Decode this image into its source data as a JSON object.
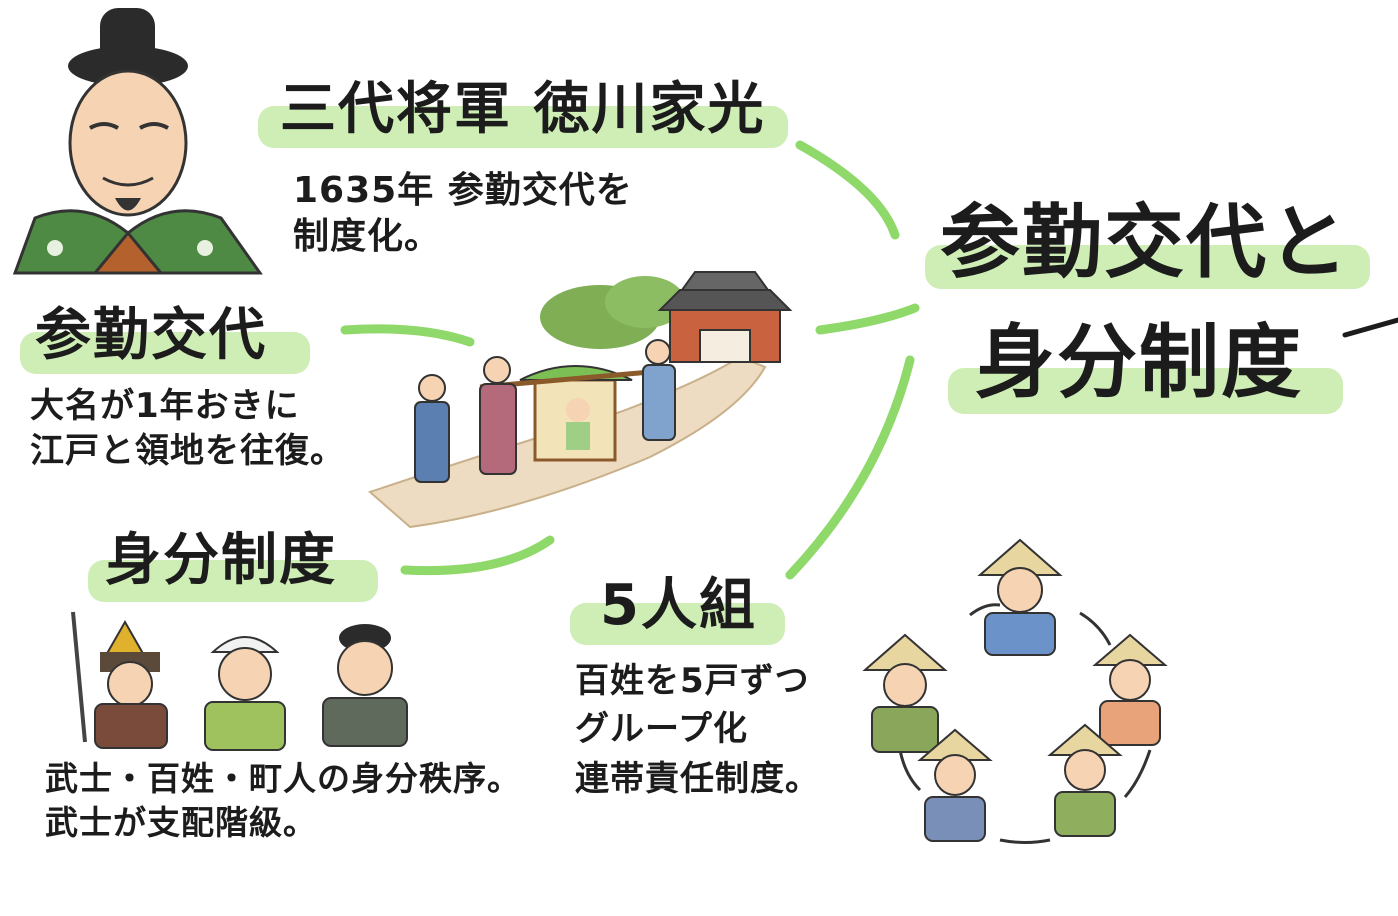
{
  "center": {
    "line1": "参勤交代と",
    "line2": "身分制度"
  },
  "iemitsu": {
    "title": "三代将軍 徳川家光",
    "line1": "1635年 参勤交代を",
    "line2": "制度化。"
  },
  "sankin": {
    "title": "参勤交代",
    "line1": "大名が1年おきに",
    "line2": "江戸と領地を往復。"
  },
  "mibun": {
    "title": "身分制度",
    "line1": "武士・百姓・町人の身分秩序。",
    "line2": "武士が支配階級。"
  },
  "goningumi": {
    "title": "5人組",
    "line1": "百姓を5戸ずつ",
    "line2": "グループ化",
    "line3": "連帯責任制度。"
  },
  "colors": {
    "highlight": "#c9ecae",
    "connector": "#8fd86a",
    "text": "#1c1c1c"
  }
}
